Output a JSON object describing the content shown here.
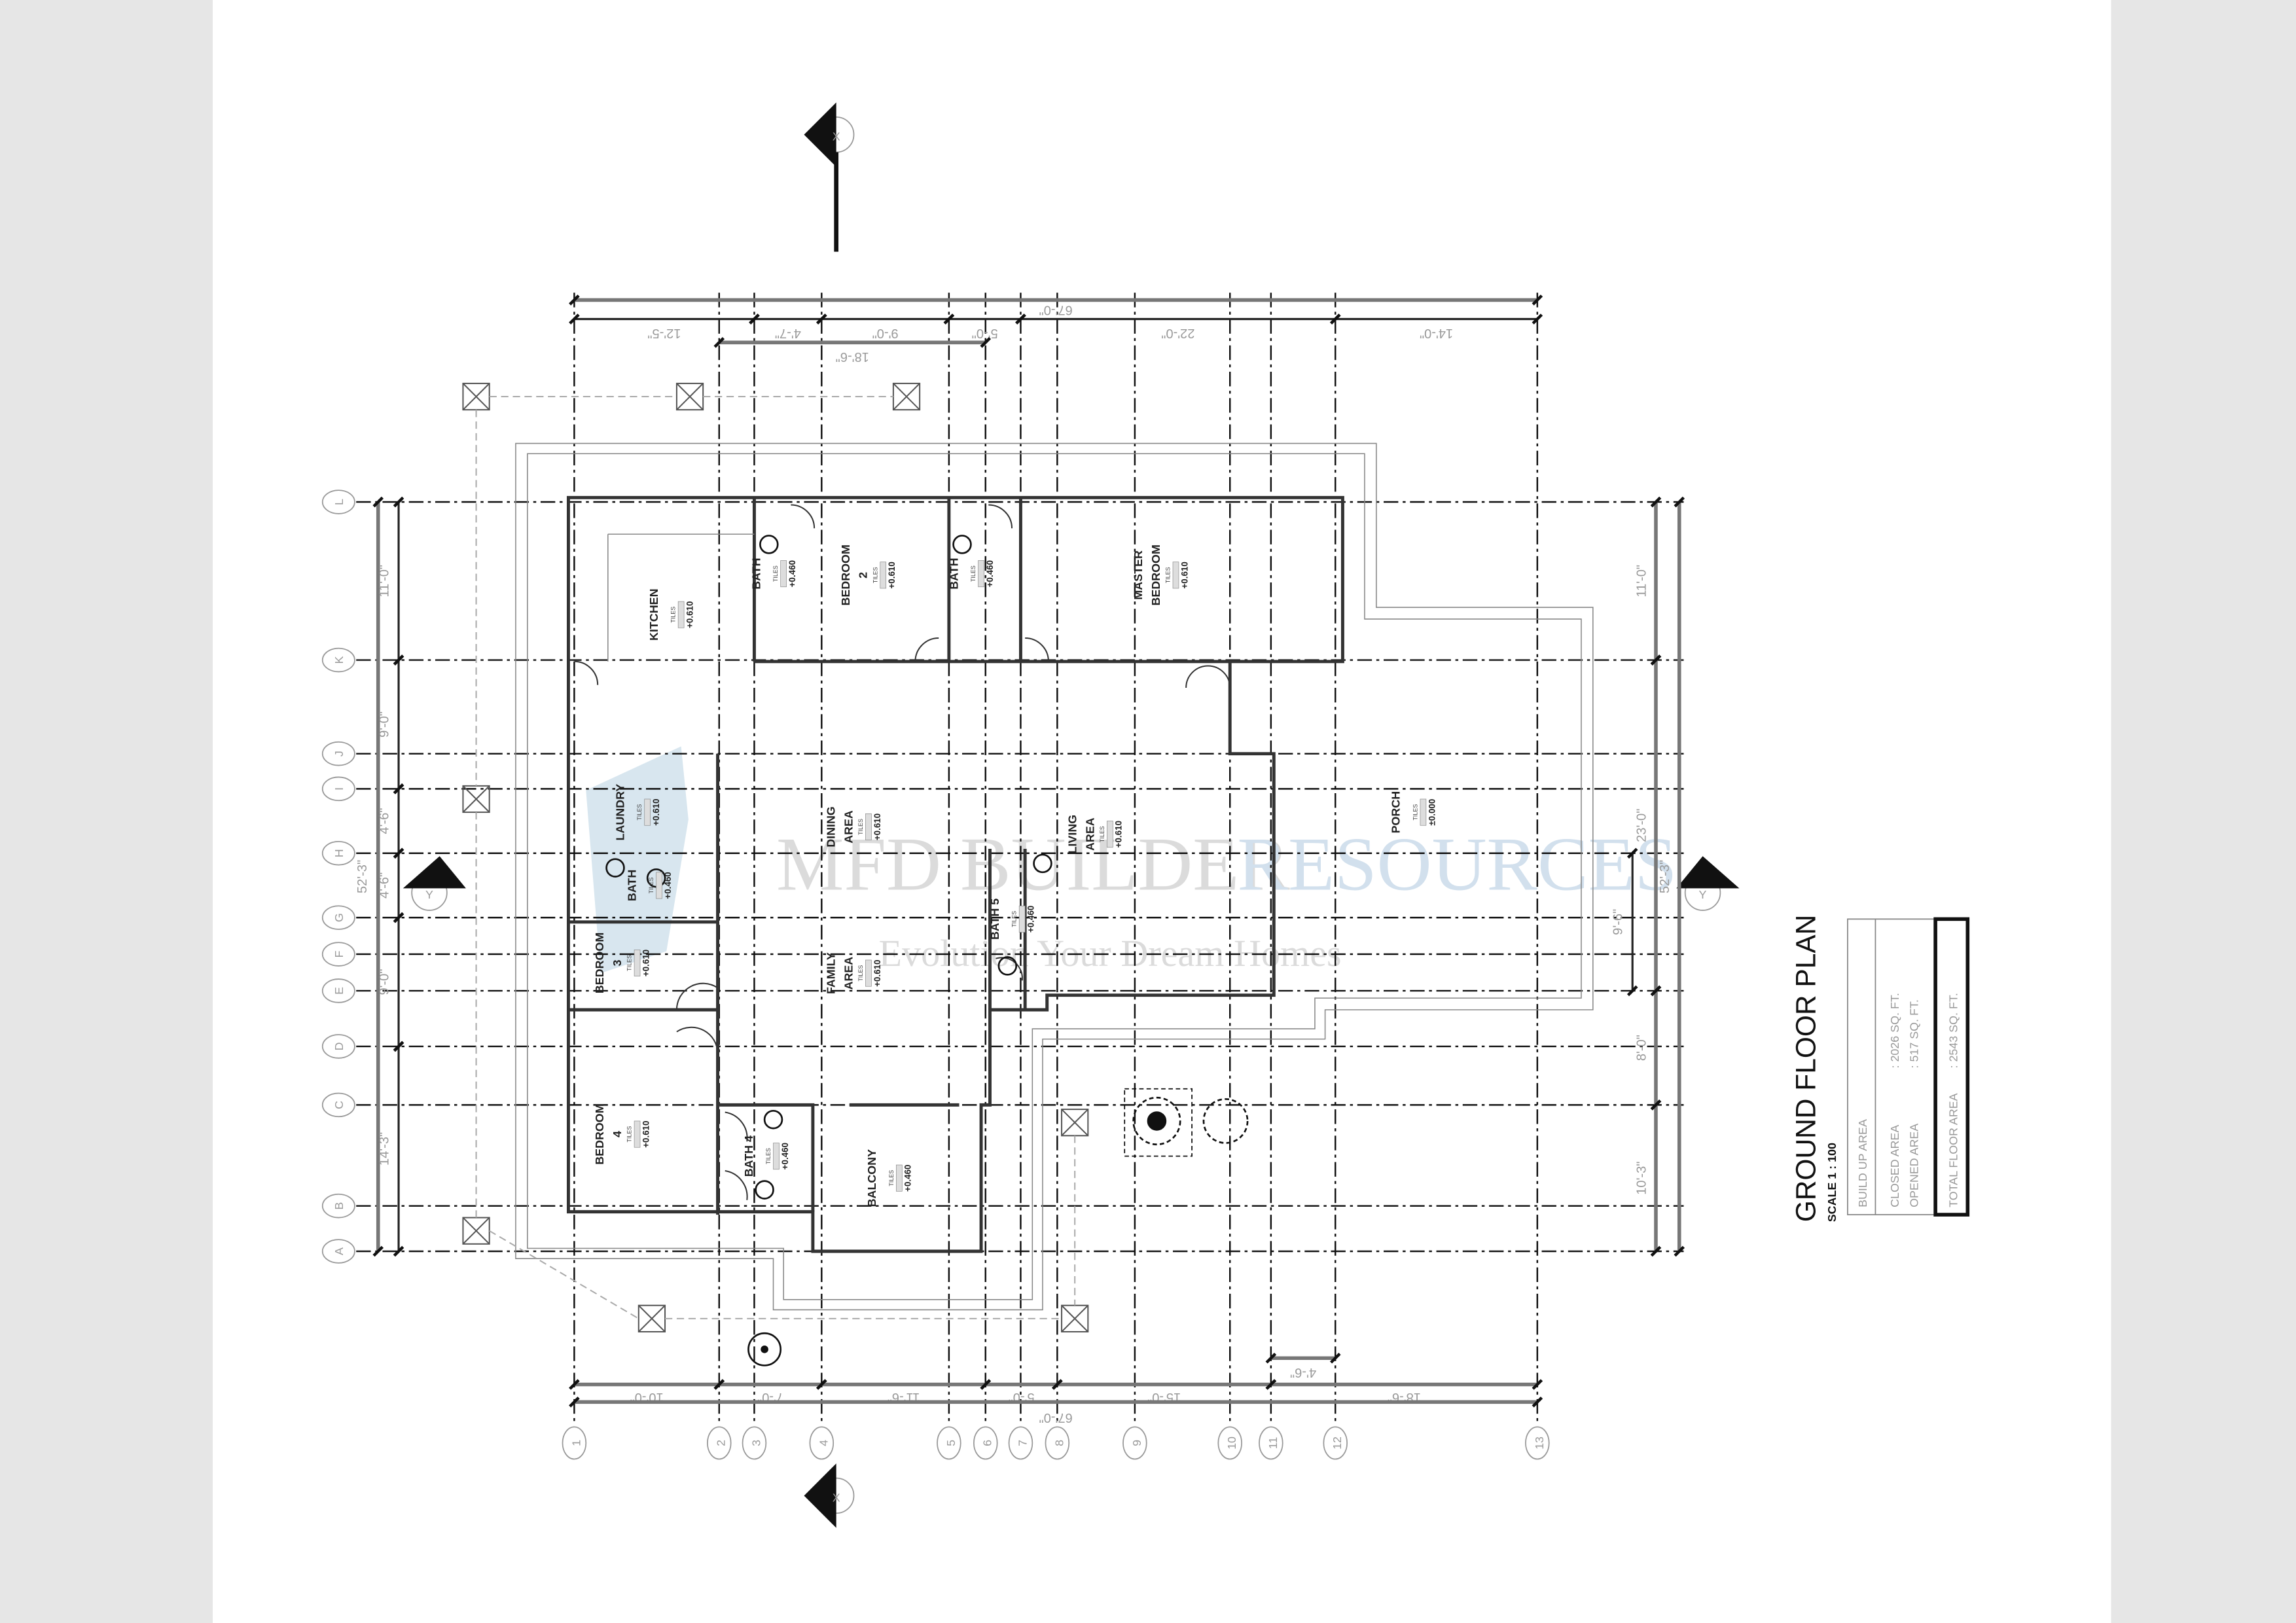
{
  "title": {
    "heading": "GROUND FLOOR PLAN",
    "scale": "SCALE 1 : 100",
    "table_header": "BUILD UP AREA",
    "rows": [
      {
        "label": "CLOSED AREA",
        "value": ": 2026  SQ. FT."
      },
      {
        "label": "OPENED AREA",
        "value": ":  517 SQ. FT."
      }
    ],
    "total": {
      "label": "TOTAL FLOOR AREA",
      "value": ": 2543  SQ. FT."
    }
  },
  "watermark": {
    "brand_a": "MFD BUILDER",
    "brand_b": "RESOURCES",
    "tagline": "Evolution Your Dream Homes"
  },
  "grid": {
    "columns": [
      "1",
      "2",
      "3",
      "4",
      "5",
      "6",
      "7",
      "8",
      "9",
      "10",
      "11",
      "12",
      "13"
    ],
    "rows": [
      "L",
      "K",
      "J",
      "I",
      "H",
      "G",
      "F",
      "E",
      "D",
      "C",
      "B",
      "A"
    ]
  },
  "section_markers": {
    "x": "X",
    "y": "Y"
  },
  "dimensions": {
    "top_overall": "67'-0\"",
    "top": [
      {
        "from": "1",
        "to": "3",
        "text": "12'-5\""
      },
      {
        "from": "3",
        "to": "4",
        "text": "4'-7\""
      },
      {
        "from": "4",
        "to": "5",
        "text": "9'-0\""
      },
      {
        "from": "5",
        "to": "7",
        "text": "5'-0\""
      },
      {
        "from": "7",
        "to": "12",
        "text": "22'-0\""
      },
      {
        "from": "12",
        "to": "13",
        "text": "14'-0\""
      }
    ],
    "top_secondary": {
      "from": "2",
      "to": "6",
      "text": "18'-6\""
    },
    "bottom_overall": "67'-0\"",
    "bottom": [
      {
        "from": "1",
        "to": "2",
        "text": "10'-0\""
      },
      {
        "from": "2",
        "to": "4",
        "text": "7'-0\""
      },
      {
        "from": "4",
        "to": "6",
        "text": "11'-6\""
      },
      {
        "from": "6",
        "to": "8",
        "text": "5'-0\""
      },
      {
        "from": "8",
        "to": "11",
        "text": "15'-0\""
      },
      {
        "from": "11",
        "to": "13",
        "text": "18'-6\""
      }
    ],
    "bottom_secondary": {
      "from": "11",
      "to": "12",
      "text": "4'-6\""
    },
    "left_overall": "52'-3\"",
    "left": [
      {
        "from": "L",
        "to": "K",
        "text": "11'-0\""
      },
      {
        "from": "K",
        "to": "I",
        "text": "9'-0\""
      },
      {
        "from": "I",
        "to": "H",
        "text": "4'-6\""
      },
      {
        "from": "H",
        "to": "G",
        "text": "4'-6\""
      },
      {
        "from": "G",
        "to": "D",
        "text": "9'-0\""
      },
      {
        "from": "D",
        "to": "A",
        "text": "14'-3\""
      }
    ],
    "right_overall": "52'-3\"",
    "right": [
      {
        "from": "L",
        "to": "K",
        "text": "11'-0\""
      },
      {
        "from": "K",
        "to": "E",
        "text": "23'-0\""
      },
      {
        "from": "E",
        "to": "C",
        "text": "8'-0\""
      },
      {
        "from": "C",
        "to": "A",
        "text": "10'-3\""
      }
    ],
    "right_secondary": {
      "from": "H",
      "to": "E",
      "text": "9'-6\""
    }
  },
  "rooms": [
    {
      "name": "KITCHEN",
      "line2": "",
      "finish": "TILES",
      "level": "+0.610"
    },
    {
      "name": "BATH",
      "line2": "",
      "finish": "TILES",
      "level": "+0.460"
    },
    {
      "name": "BEDROOM",
      "line2": "2",
      "finish": "TILES",
      "level": "+0.610"
    },
    {
      "name": "BATH",
      "line2": "",
      "finish": "TILES",
      "level": "+0.460"
    },
    {
      "name": "MASTER",
      "line2": "BEDROOM",
      "finish": "TILES",
      "level": "+0.610"
    },
    {
      "name": "LAUNDRY",
      "line2": "",
      "finish": "TILES",
      "level": "+0.610"
    },
    {
      "name": "BATH",
      "line2": "",
      "finish": "TILES",
      "level": "+0.460"
    },
    {
      "name": "BEDROOM",
      "line2": "3",
      "finish": "TILES",
      "level": "+0.610"
    },
    {
      "name": "DINING",
      "line2": "AREA",
      "finish": "TILES",
      "level": "+0.610"
    },
    {
      "name": "FAMILY",
      "line2": "AREA",
      "finish": "TILES",
      "level": "+0.610"
    },
    {
      "name": "LIVING",
      "line2": "AREA",
      "finish": "TILES",
      "level": "+0.610"
    },
    {
      "name": "BATH 5",
      "line2": "",
      "finish": "TILES",
      "level": "+0.460"
    },
    {
      "name": "PORCH",
      "line2": "",
      "finish": "TILES",
      "level": "±0.000"
    },
    {
      "name": "BEDROOM",
      "line2": "4",
      "finish": "TILES",
      "level": "+0.610"
    },
    {
      "name": "BATH 4",
      "line2": "",
      "finish": "TILES",
      "level": "+0.460"
    },
    {
      "name": "BALCONY",
      "line2": "",
      "finish": "TILES",
      "level": "+0.460"
    }
  ]
}
